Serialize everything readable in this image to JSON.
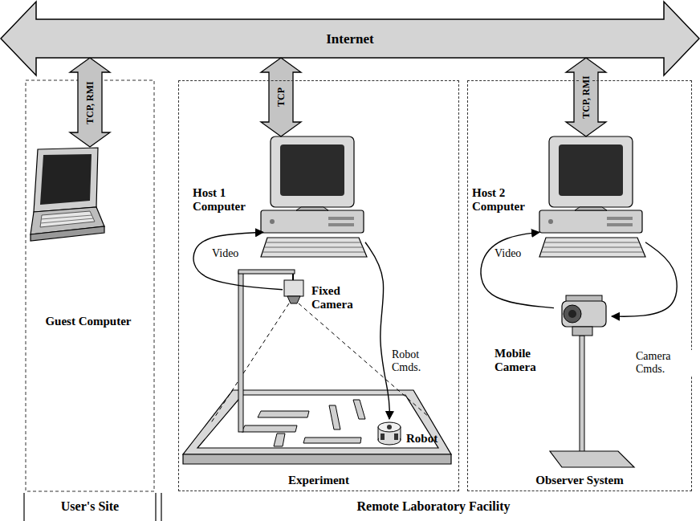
{
  "diagram": {
    "nodes": [
      {
        "text": [
          "Internet"
        ]
      },
      {
        "text": [
          "Guest Computer"
        ]
      },
      {
        "text": [
          "Experiment"
        ]
      },
      {
        "text": [
          "Host 1 Computer"
        ],
        "in": 2
      },
      {
        "text": [
          "Fixed Camera"
        ],
        "in": 2
      },
      {
        "text": [
          "Robot"
        ],
        "in": 2
      },
      {
        "text": [
          "Observer System"
        ]
      },
      {
        "text": [
          "Host 2 Computer"
        ],
        "in": 6
      },
      {
        "text": [
          "Mobile Camera"
        ],
        "in": 6
      }
    ],
    "edges": [
      {
        "from": 0,
        "to": 1,
        "label": "TCP, RMI",
        "arrow": "both"
      },
      {
        "from": 0,
        "to": 3,
        "label": "TCP",
        "arrow": "both"
      },
      {
        "from": 0,
        "to": 7,
        "label": "TCP, RMI",
        "arrow": "both"
      },
      {
        "from": 4,
        "to": 3,
        "label": "Video",
        "arrow": "to"
      },
      {
        "from": 3,
        "to": 5,
        "label": "Robot Cmds.",
        "arrow": "to"
      },
      {
        "from": 8,
        "to": 7,
        "label": "Video",
        "arrow": "to"
      },
      {
        "from": 7,
        "to": 8,
        "label": "Camera Cmds.",
        "arrow": "to"
      }
    ],
    "labels": [
      "User's Site",
      "Remote Laboratory Facility"
    ]
  }
}
